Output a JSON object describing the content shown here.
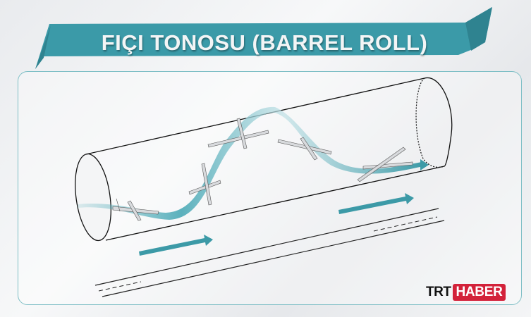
{
  "title": "FIÇI TONOSU (BARREL ROLL)",
  "logo": {
    "trt": "TRT",
    "haber": "HABER"
  },
  "colors": {
    "banner": "#3a9aa8",
    "ribbon": "#4aa9b6",
    "arrow": "#3c9aa7",
    "logo_red": "#d3223a"
  }
}
